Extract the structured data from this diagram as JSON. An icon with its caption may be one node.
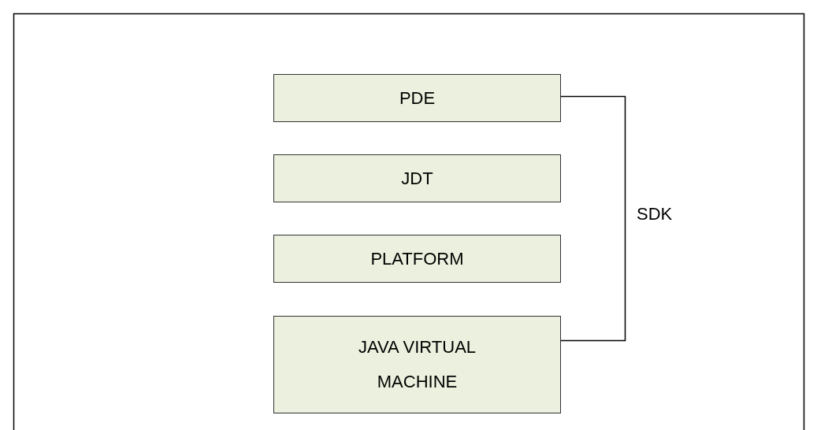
{
  "diagram": {
    "nodes": [
      {
        "text": [
          "PDE"
        ]
      },
      {
        "text": [
          "JDT"
        ]
      },
      {
        "text": [
          "PLATFORM"
        ]
      },
      {
        "text": [
          "JAVA VIRTUAL MACHINE"
        ]
      }
    ],
    "labels": [
      "SDK"
    ]
  }
}
